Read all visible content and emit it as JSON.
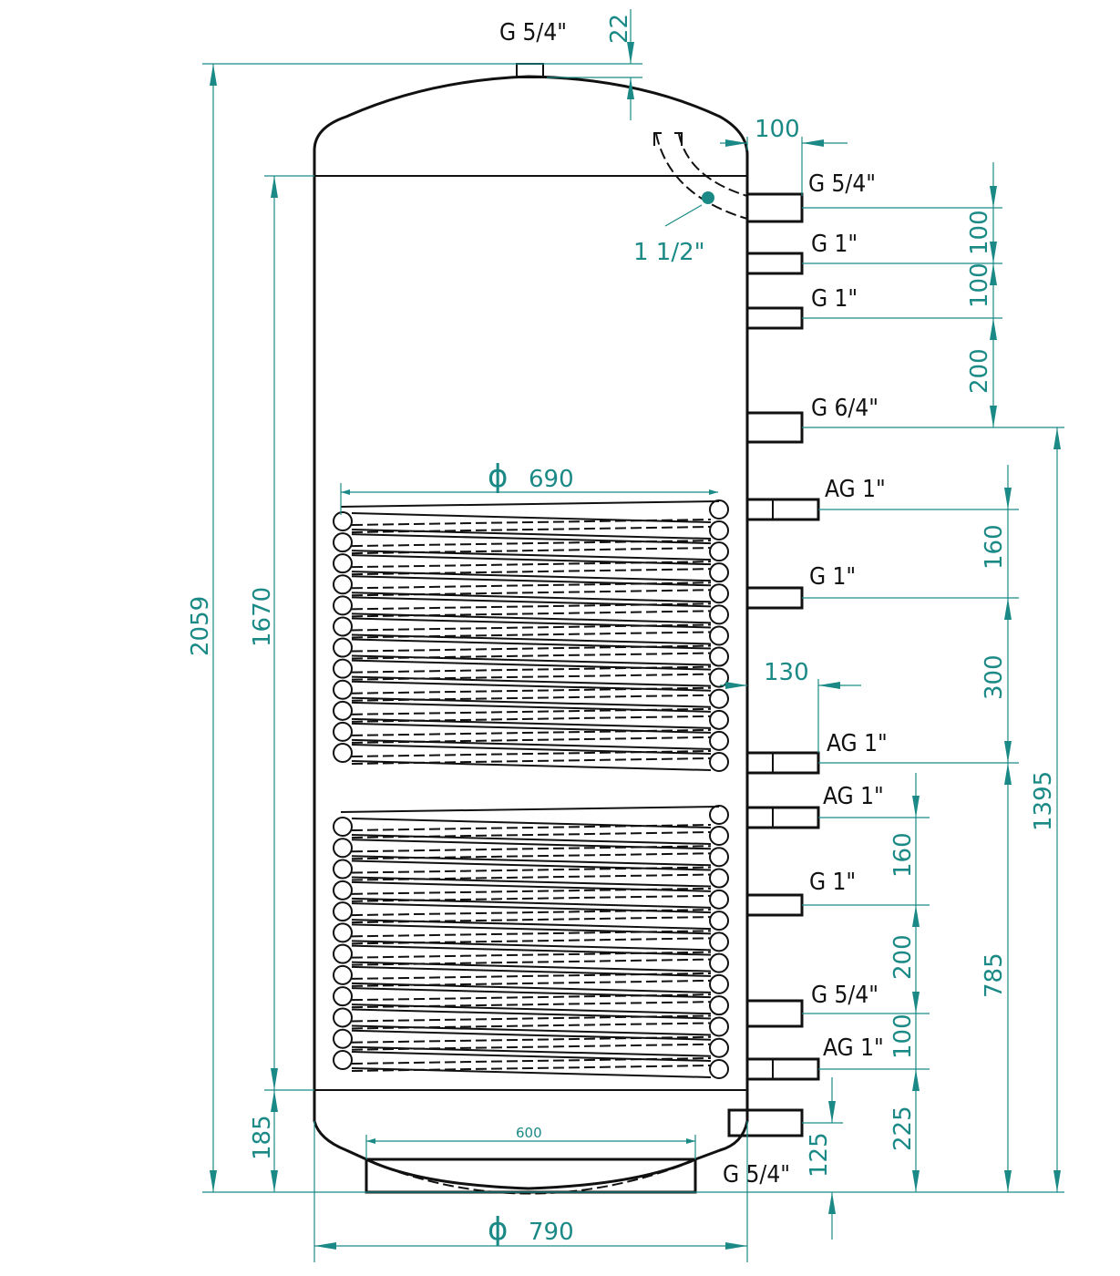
{
  "colors": {
    "dimension": "#1b8a86",
    "outline": "#111111"
  },
  "top_connection": {
    "label": "G 5/4\"",
    "offset": "22"
  },
  "sensor": {
    "label": "1 1/2\""
  },
  "connections": [
    {
      "label": "G 5/4\"",
      "type": "G"
    },
    {
      "label": "G 1\"",
      "type": "G"
    },
    {
      "label": "G 1\"",
      "type": "G"
    },
    {
      "label": "G 6/4\"",
      "type": "G"
    },
    {
      "label": "AG 1\"",
      "type": "AG"
    },
    {
      "label": "G 1\"",
      "type": "G"
    },
    {
      "label": "AG 1\"",
      "type": "AG"
    },
    {
      "label": "AG 1\"",
      "type": "AG"
    },
    {
      "label": "G 1\"",
      "type": "G"
    },
    {
      "label": "G 5/4\"",
      "type": "G"
    },
    {
      "label": "AG 1\"",
      "type": "AG"
    },
    {
      "label": "G 5/4\"",
      "type": "G"
    }
  ],
  "dimensions": {
    "total_height": "2059",
    "cylinder_height": "1670",
    "bottom_height": "185",
    "top_offset": "22",
    "nozzle_length": "100",
    "upper_spacing": [
      "100",
      "100",
      "200"
    ],
    "height_1395": "1395",
    "coil1_spacing": [
      "160",
      "300"
    ],
    "height_785": "785",
    "coil2_spacing": [
      "160",
      "200",
      "100",
      "225"
    ],
    "bottom_conn_height": "125",
    "coil_diameter": "690",
    "coil_nozzle": "130",
    "foot_diameter": "600",
    "tank_diameter": "790",
    "phi": "ϕ"
  }
}
